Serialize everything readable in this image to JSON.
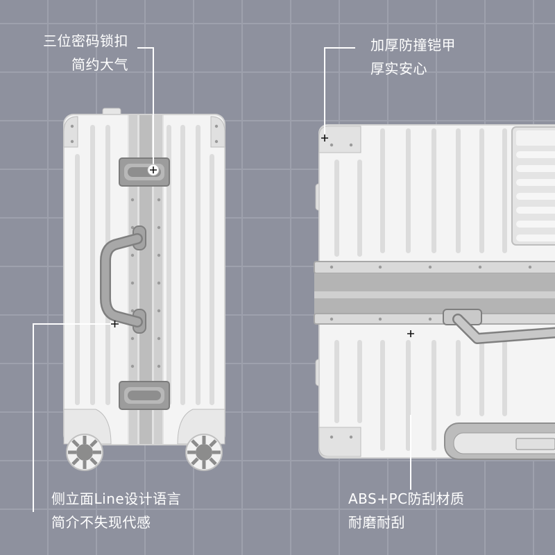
{
  "callouts": {
    "lock": {
      "line1": "三位密码锁扣",
      "line2": "简约大气"
    },
    "armor": {
      "line1": "加厚防撞铠甲",
      "line2": "厚实安心"
    },
    "side": {
      "line1": "侧立面Line设计语言",
      "line2": "简介不失现代感"
    },
    "material": {
      "line1": "ABS+PC防刮材质",
      "line2": "耐磨耐刮"
    }
  },
  "colors": {
    "background": "#8e919e",
    "grid": "#9ea1ad",
    "shell": "#f4f4f4",
    "rib": "#dcdcdc",
    "frame": "#a7a7a7",
    "frame_dark": "#8d8d8d",
    "text": "#ffffff"
  },
  "icons": [
    "plus-marker-icon",
    "lock-icon",
    "wheel-icon",
    "handle-icon"
  ]
}
